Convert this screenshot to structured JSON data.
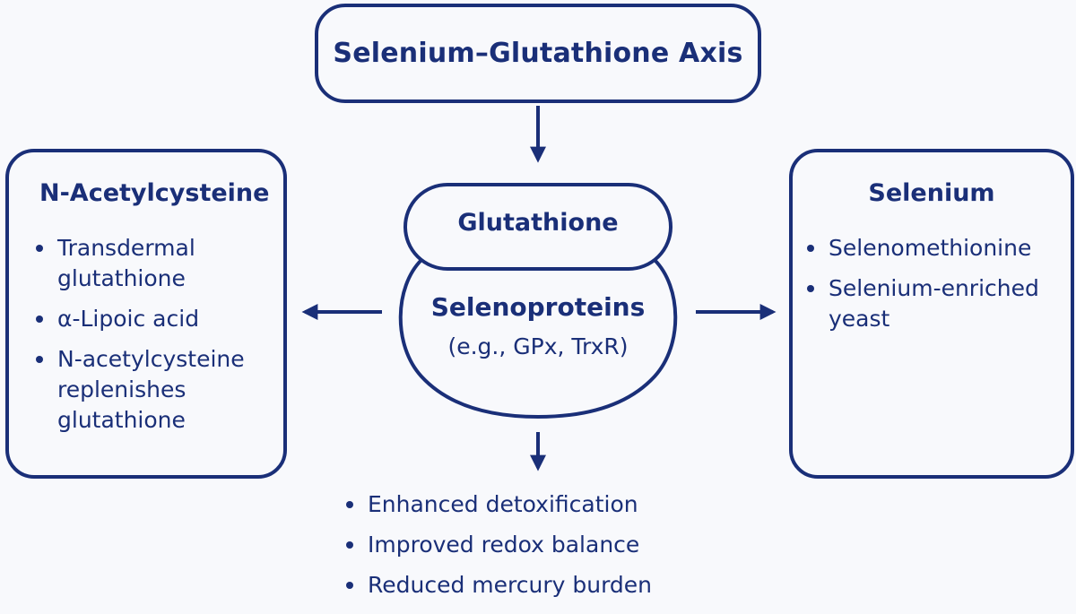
{
  "title": "Selenium–Glutathione Axis",
  "center": {
    "glutathione": "Glutathione",
    "selenoproteins": "Selenoproteins",
    "examples": "(e.g., GPx, TrxR)"
  },
  "left_panel": {
    "heading": "N-Acetylcysteine",
    "items": [
      "Transdermal glutathione",
      "α-Lipoic acid",
      "N-acetylcysteine replenishes glutathione"
    ]
  },
  "right_panel": {
    "heading": "Selenium",
    "items": [
      "Selenomethionine",
      "Selenium-enriched yeast"
    ]
  },
  "outcomes": [
    "Enhanced detoxification",
    "Improved redox balance",
    "Reduced mercury burden"
  ],
  "colors": {
    "primary": "#1a2f78",
    "background": "#f8f9fc"
  }
}
